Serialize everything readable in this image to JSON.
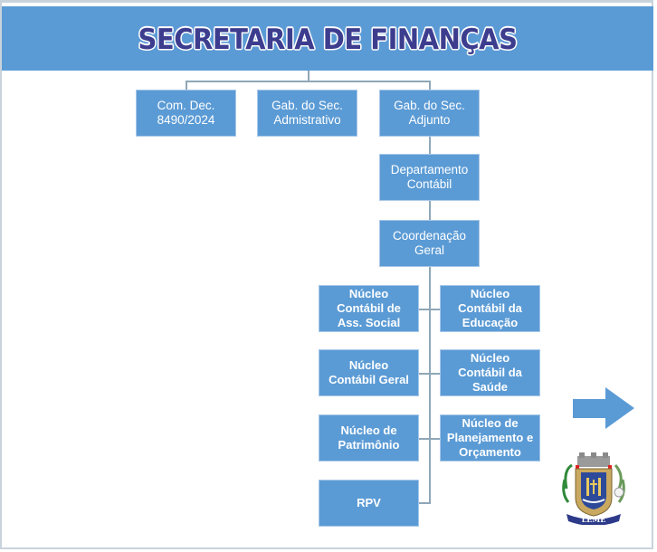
{
  "header": {
    "title": "SECRETARIA DE FINANÇAS"
  },
  "top_row": [
    {
      "label": "Com. Dec.\n8490/2024"
    },
    {
      "label": "Gab. do Sec.\nAdmistrativo"
    },
    {
      "label": "Gab. do Sec.\nAdjunto"
    }
  ],
  "departamento": {
    "label": "Departamento\nContábil"
  },
  "coordenacao": {
    "label": "Coordenação\nGeral"
  },
  "left_column": [
    {
      "label": "Núcleo\nContábil de\nAss. Social"
    },
    {
      "label": "Núcleo\nContábil Geral"
    },
    {
      "label": "Núcleo de\nPatrimônio"
    },
    {
      "label": "RPV"
    }
  ],
  "right_column": [
    {
      "label": "Núcleo\nContábil da\nEducação"
    },
    {
      "label": "Núcleo\nContábil da\nSaúde"
    },
    {
      "label": "Núcleo de\nPlanejamento e\nOrçamento"
    }
  ],
  "logo": {
    "text": "LEME"
  },
  "icons": {
    "next": "arrow-right-icon",
    "logo": "city-coat-of-arms"
  },
  "colors": {
    "box": "#5b9bd5",
    "title": "#3d3d8f",
    "connector": "#8fa7b8"
  }
}
